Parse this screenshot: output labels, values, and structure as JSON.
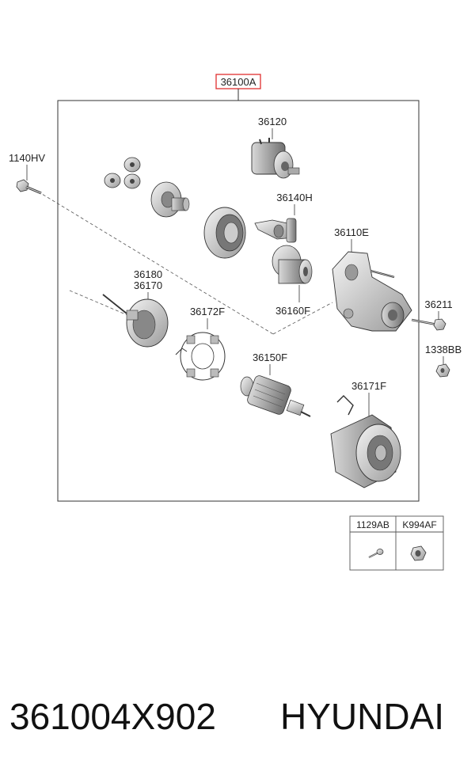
{
  "assembly": {
    "code": "36100A",
    "highlight_color": "#e03030"
  },
  "parts": {
    "solenoid": "36120",
    "lever": "36140H",
    "bolt_left": "1140HV",
    "housing": "36110E",
    "bolt_right": "36211",
    "nut": "1338BB",
    "bracket_a": "36180",
    "bracket_b": "36170",
    "brush_holder": "36172F",
    "clutch": "36160F",
    "armature": "36150F",
    "yoke": "36171F"
  },
  "legend": {
    "col1": "1129AB",
    "col2": "K994AF"
  },
  "footer": {
    "part_number": "361004X902",
    "brand": "HYUNDAI"
  }
}
